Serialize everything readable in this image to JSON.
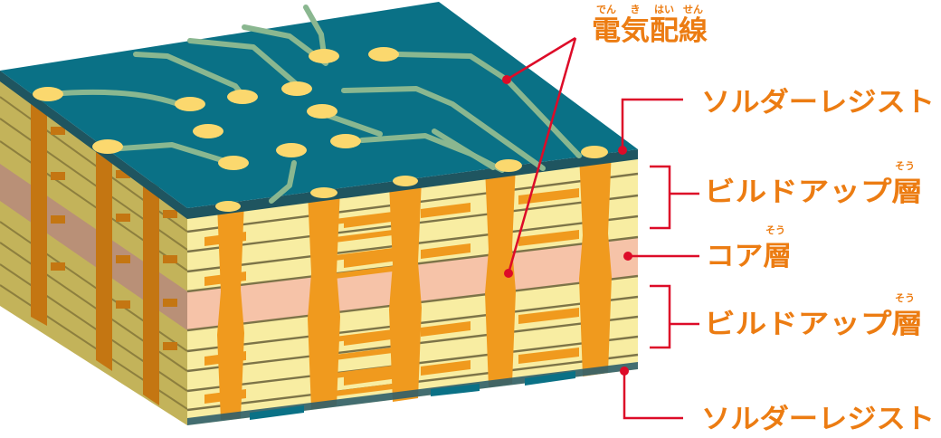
{
  "labels": {
    "wiring": {
      "text": "電気配線",
      "ruby": [
        "でん",
        "き",
        "はい",
        "せん"
      ]
    },
    "solder_resist_top": {
      "text": "ソルダーレジスト"
    },
    "buildup_top": {
      "text": "ビルドアップ層",
      "ruby": "そう"
    },
    "core": {
      "text": "コア層",
      "ruby": "そう"
    },
    "buildup_bottom": {
      "text": "ビルドアップ層",
      "ruby": "そう"
    },
    "solder_resist_bottom": {
      "text": "ソルダーレジスト"
    }
  },
  "colors": {
    "top_surface": "#0a7186",
    "copper": "#f09a1e",
    "insulation": "#f8eda2",
    "core": "#f6c3a8",
    "left_insulation": "#c3b35a",
    "left_core": "#b99077",
    "left_copper": "#c47612",
    "trace": "#8ab790",
    "pad": "#fbd86e",
    "leader": "#dd0b28",
    "label": "#ec7c12"
  }
}
